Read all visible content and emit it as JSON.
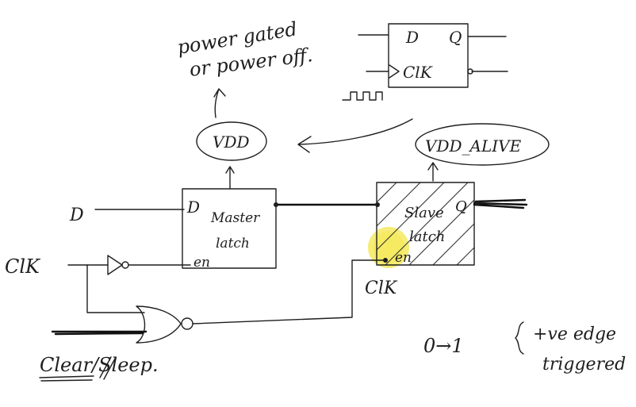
{
  "annotations": {
    "power_gated_line1": "power gated",
    "power_gated_line2": "or power off."
  },
  "flipflop": {
    "d_label": "D",
    "q_label": "Q",
    "clk_label": "ClK",
    "qbar_label": "o"
  },
  "supplies": {
    "vdd_label": "VDD",
    "vdd_alive_label": "VDD_ALIVE"
  },
  "master_latch": {
    "d_pin": "D",
    "title_line1": "Master",
    "title_line2": "latch",
    "en_pin": "en"
  },
  "slave_latch": {
    "title_line1": "Slave",
    "title_line2": "latch",
    "q_pin": "Q",
    "en_pin": "en"
  },
  "signals": {
    "d_input": "D",
    "clk_input": "ClK",
    "clk_slave": "ClK",
    "clear_sleep": "Clear/Sleep."
  },
  "notes": {
    "transition": "0→1",
    "edge_line1": "+ve edge",
    "edge_line2": "triggered"
  },
  "colors": {
    "ink": "#1e1e1e",
    "highlight": "#f3e64a",
    "background": "#ffffff"
  }
}
